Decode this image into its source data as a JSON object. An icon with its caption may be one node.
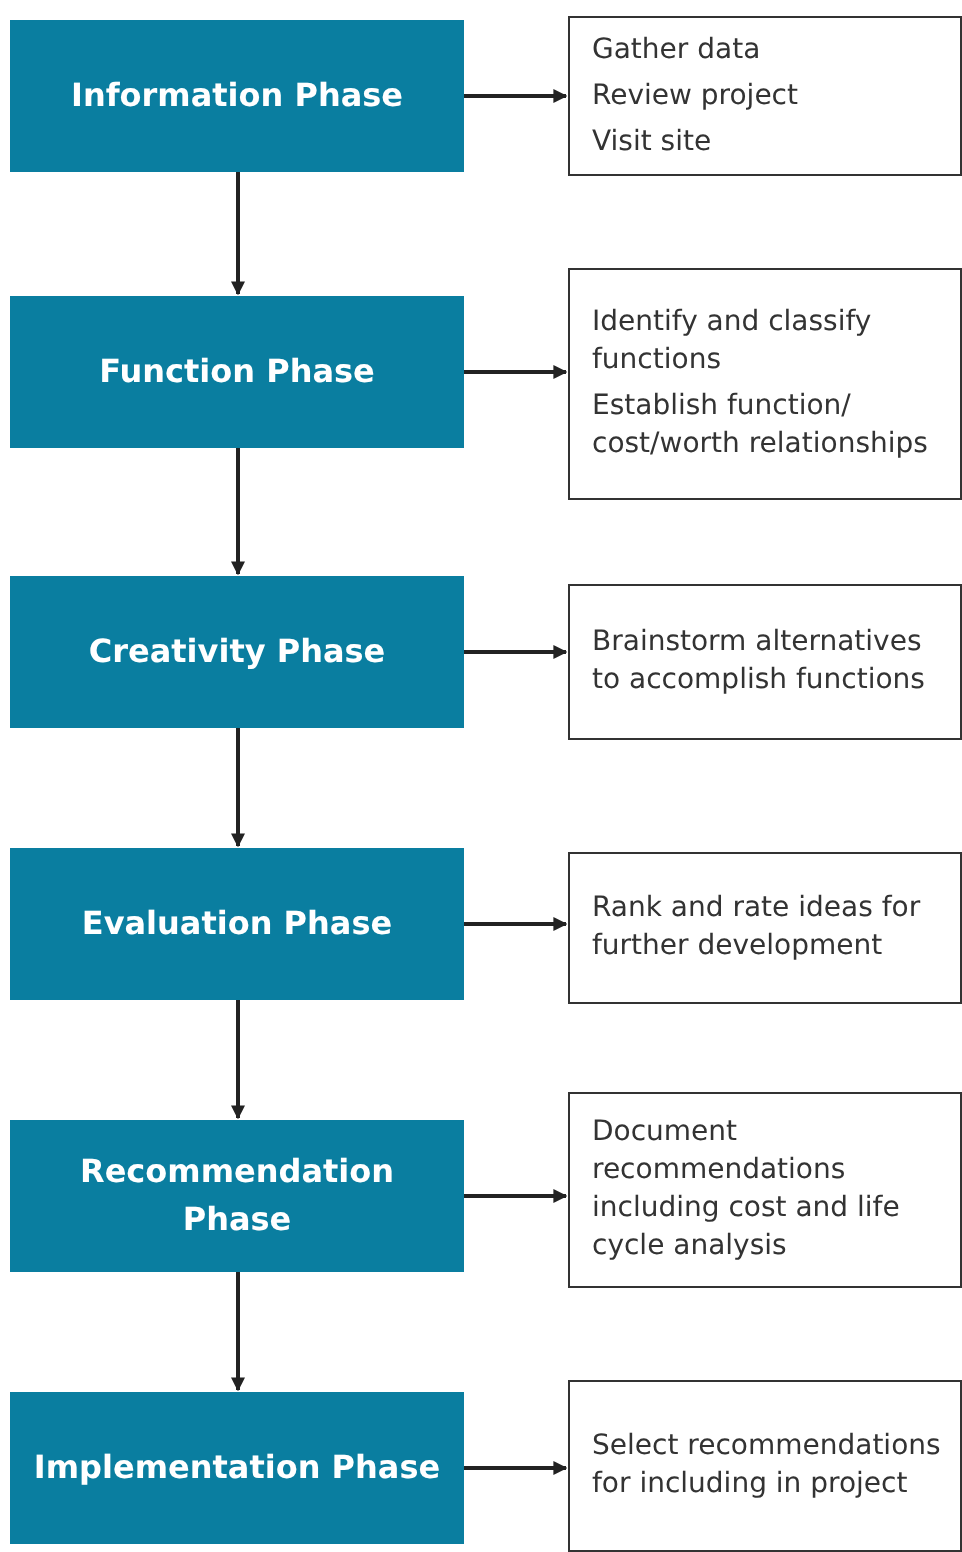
{
  "diagram": {
    "nodes": [
      {
        "text": [
          "Information Phase"
        ]
      },
      {
        "text": [
          "Gather data",
          "Review project",
          "Visit site"
        ]
      },
      {
        "text": [
          "Function Phase"
        ]
      },
      {
        "text": [
          "Identify and classify functions",
          "Establish function/ cost/worth relationships"
        ]
      },
      {
        "text": [
          "Creativity Phase"
        ]
      },
      {
        "text": [
          "Brainstorm alternatives to accomplish functions"
        ]
      },
      {
        "text": [
          "Evaluation Phase"
        ]
      },
      {
        "text": [
          "Rank and rate ideas for further development"
        ]
      },
      {
        "text": [
          "Recommendation Phase"
        ]
      },
      {
        "text": [
          "Document recommendations including cost and life cycle analysis"
        ]
      },
      {
        "text": [
          "Implementation Phase"
        ]
      },
      {
        "text": [
          "Select recommendations for including in project"
        ]
      }
    ],
    "edges": [
      {
        "from": 0,
        "to": 1,
        "arrow": "to"
      },
      {
        "from": 0,
        "to": 2,
        "arrow": "to"
      },
      {
        "from": 2,
        "to": 3,
        "arrow": "to"
      },
      {
        "from": 2,
        "to": 4,
        "arrow": "to"
      },
      {
        "from": 4,
        "to": 5,
        "arrow": "to"
      },
      {
        "from": 4,
        "to": 6,
        "arrow": "to"
      },
      {
        "from": 6,
        "to": 7,
        "arrow": "to"
      },
      {
        "from": 6,
        "to": 8,
        "arrow": "to"
      },
      {
        "from": 8,
        "to": 9,
        "arrow": "to"
      },
      {
        "from": 8,
        "to": 10,
        "arrow": "to"
      },
      {
        "from": 10,
        "to": 11,
        "arrow": "to"
      }
    ]
  }
}
